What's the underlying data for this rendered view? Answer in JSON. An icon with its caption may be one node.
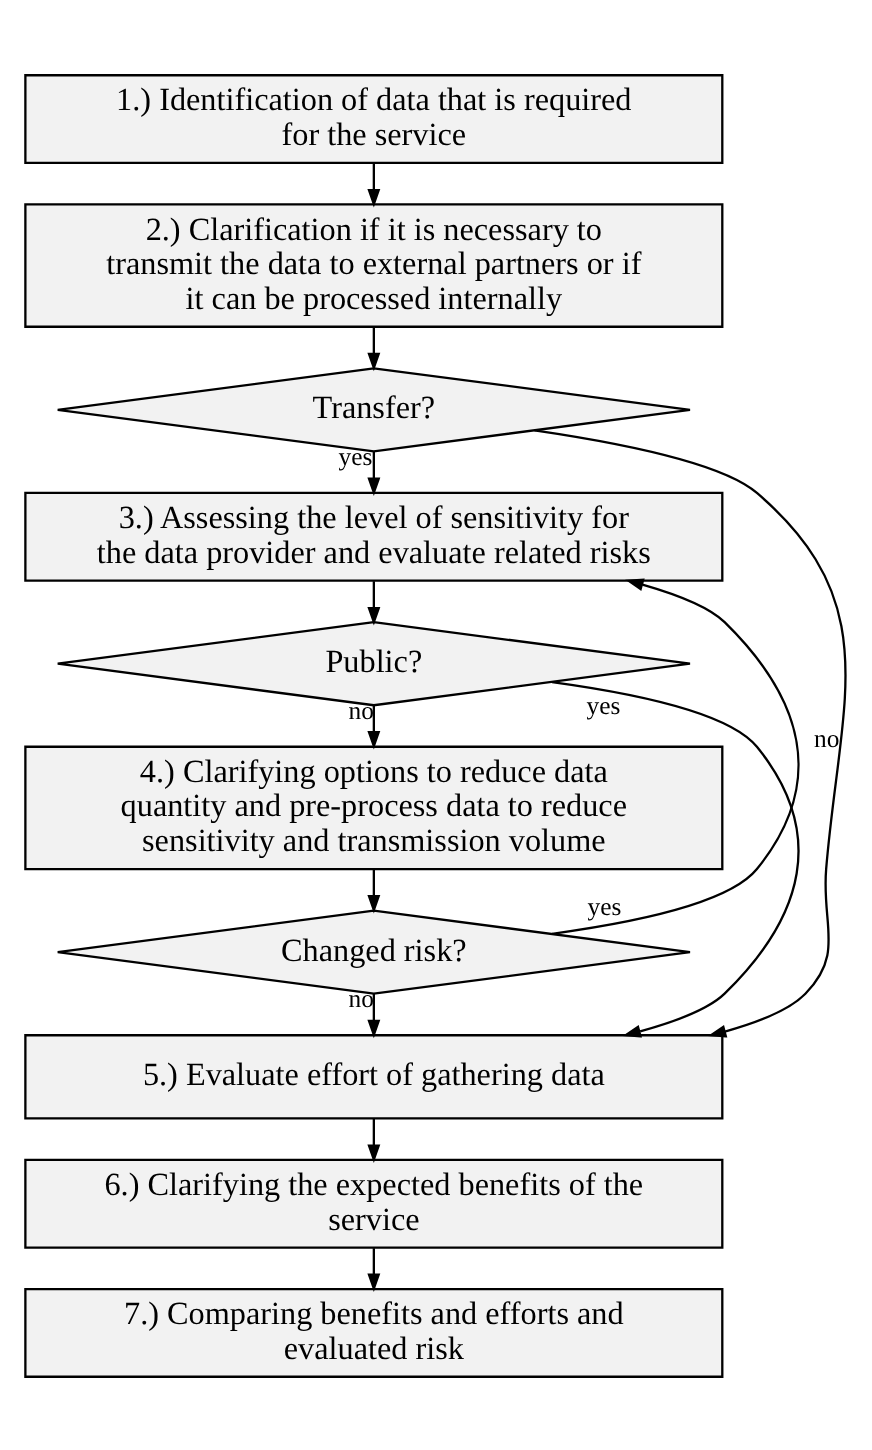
{
  "diagram": {
    "nodes": [
      {
        "text": [
          "1.) Identification of data that is required for the service"
        ]
      },
      {
        "text": [
          "2.) Clarification if it is necessary to transmit the data to external partners or if it can be processed internally"
        ]
      },
      {
        "text": [
          "Transfer?"
        ]
      },
      {
        "text": [
          "3.) Assessing the level of sensitivity for the data provider and evaluate related risks"
        ]
      },
      {
        "text": [
          "Public?"
        ]
      },
      {
        "text": [
          "4.) Clarifying options to reduce data quantity and pre-process data to reduce sensitivity and transmission volume"
        ]
      },
      {
        "text": [
          "Changed risk?"
        ]
      },
      {
        "text": [
          "5.) Evaluate effort of gathering data"
        ]
      },
      {
        "text": [
          "6.) Clarifying the expected benefits of the service"
        ]
      },
      {
        "text": [
          "7.) Comparing benefits and efforts and evaluated risk"
        ]
      }
    ],
    "edges": [
      {
        "from": 0,
        "to": 1,
        "arrow": "to"
      },
      {
        "from": 1,
        "to": 2,
        "arrow": "to"
      },
      {
        "from": 2,
        "to": 3,
        "arrow": "to",
        "label": "yes"
      },
      {
        "from": 2,
        "to": 7,
        "arrow": "to",
        "label": "no"
      },
      {
        "from": 3,
        "to": 4,
        "arrow": "to"
      },
      {
        "from": 4,
        "to": 5,
        "arrow": "to",
        "label": "no"
      },
      {
        "from": 4,
        "to": 7,
        "arrow": "to",
        "label": "yes"
      },
      {
        "from": 5,
        "to": 6,
        "arrow": "to"
      },
      {
        "from": 6,
        "to": 3,
        "arrow": "to",
        "label": "yes"
      },
      {
        "from": 6,
        "to": 7,
        "arrow": "to",
        "label": "no"
      },
      {
        "from": 7,
        "to": 8,
        "arrow": "to"
      },
      {
        "from": 8,
        "to": 9,
        "arrow": "to"
      }
    ]
  }
}
